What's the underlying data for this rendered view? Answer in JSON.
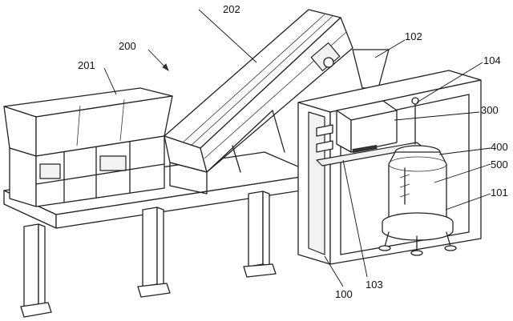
{
  "labels": {
    "l200": "200",
    "l201": "201",
    "l202": "202",
    "l102": "102",
    "l104": "104",
    "l300": "300",
    "l400": "400",
    "l500": "500",
    "l101": "101",
    "l103": "103",
    "l100": "100"
  }
}
